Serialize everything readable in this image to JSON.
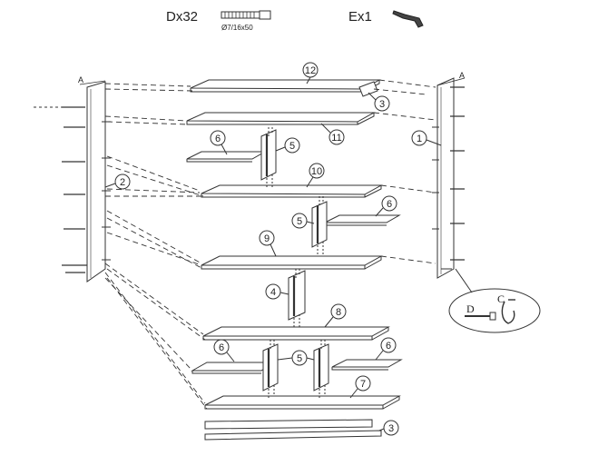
{
  "header": {
    "dowel_qty": "Dx32",
    "dowel_size": "Ø7/16x50",
    "key_qty": "Ex1"
  },
  "side_edge_label": "A",
  "detail_labels": {
    "dowel": "D",
    "cam": "C"
  },
  "callouts": {
    "p12": "12",
    "p3_top": "3",
    "p11": "11",
    "p6_a": "6",
    "p5_a": "5",
    "p10": "10",
    "p2": "2",
    "p1": "1",
    "p6_b": "6",
    "p5_b": "5",
    "p9": "9",
    "p4": "4",
    "p8": "8",
    "p6_c": "6",
    "p5_c": "5",
    "p6_d": "6",
    "p7": "7",
    "p3_bottom": "3"
  }
}
